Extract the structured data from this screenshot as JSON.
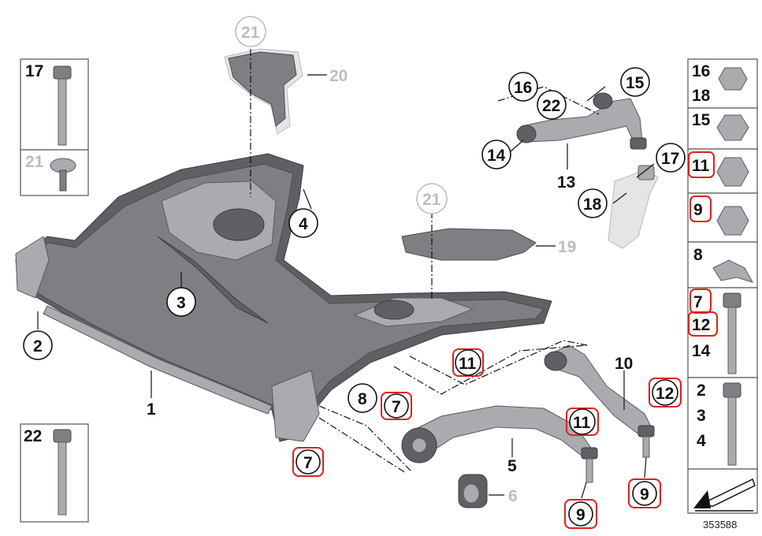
{
  "diagram": {
    "reference_number": "353588",
    "callouts": {
      "c1": "1",
      "c2": "2",
      "c3": "3",
      "c4": "4",
      "c5": "5",
      "c6": "6",
      "c7a": "7",
      "c7b": "7",
      "c8": "8",
      "c9a": "9",
      "c9b": "9",
      "c10": "10",
      "c11a": "11",
      "c11b": "11",
      "c12": "12",
      "c13": "13",
      "c14": "14",
      "c15": "15",
      "c16": "16",
      "c17": "17",
      "c18": "18",
      "c19": "19",
      "c20": "20",
      "c21a": "21",
      "c21b": "21",
      "c22": "22"
    },
    "left_panels": {
      "p17_label": "17",
      "p21_label": "21",
      "p22_label": "22"
    },
    "right_panels": {
      "r1_a": "16",
      "r1_b": "18",
      "r2": "15",
      "r3": "11",
      "r4": "9",
      "r5": "8",
      "r6_a": "7",
      "r6_b": "12",
      "r6_c": "14",
      "r7_a": "2",
      "r7_b": "3",
      "r7_c": "4"
    },
    "icon": "direction-arrow-icon",
    "colors": {
      "highlight": "#e0201c",
      "ghost_label": "#bdbdbd"
    }
  }
}
